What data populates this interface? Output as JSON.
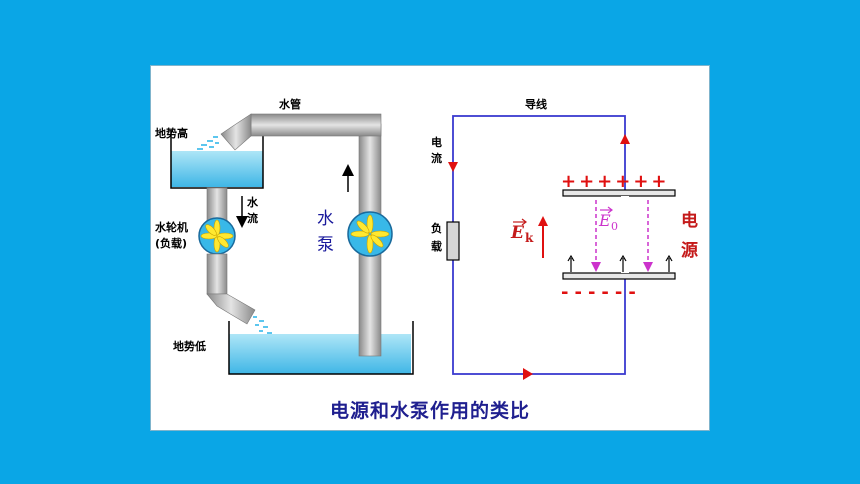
{
  "labels": {
    "water_pipe": "水管",
    "high_potential": "地势高",
    "low_potential": "地势低",
    "water_flow": "水\n流",
    "water_wheel": "水轮机",
    "load_paren": "(负载)",
    "water_pump": "水\n泵",
    "wire": "导线",
    "current": "电\n流",
    "load": "负\n载",
    "source": "电\n源",
    "ek": "E",
    "ek_sub": "k",
    "e0": "E",
    "e0_sub": "0",
    "plus_signs": "++++++",
    "minus_signs": "------",
    "caption": "电源和水泵作用的类比"
  },
  "colors": {
    "background": "#0AA6E6",
    "water": "#7FD3F0",
    "pipe": "#B8B8B8",
    "circuit": "#3A3ACF",
    "accent_red": "#E01010",
    "field_magenta": "#CC33CC",
    "caption": "#1F1F8F"
  }
}
